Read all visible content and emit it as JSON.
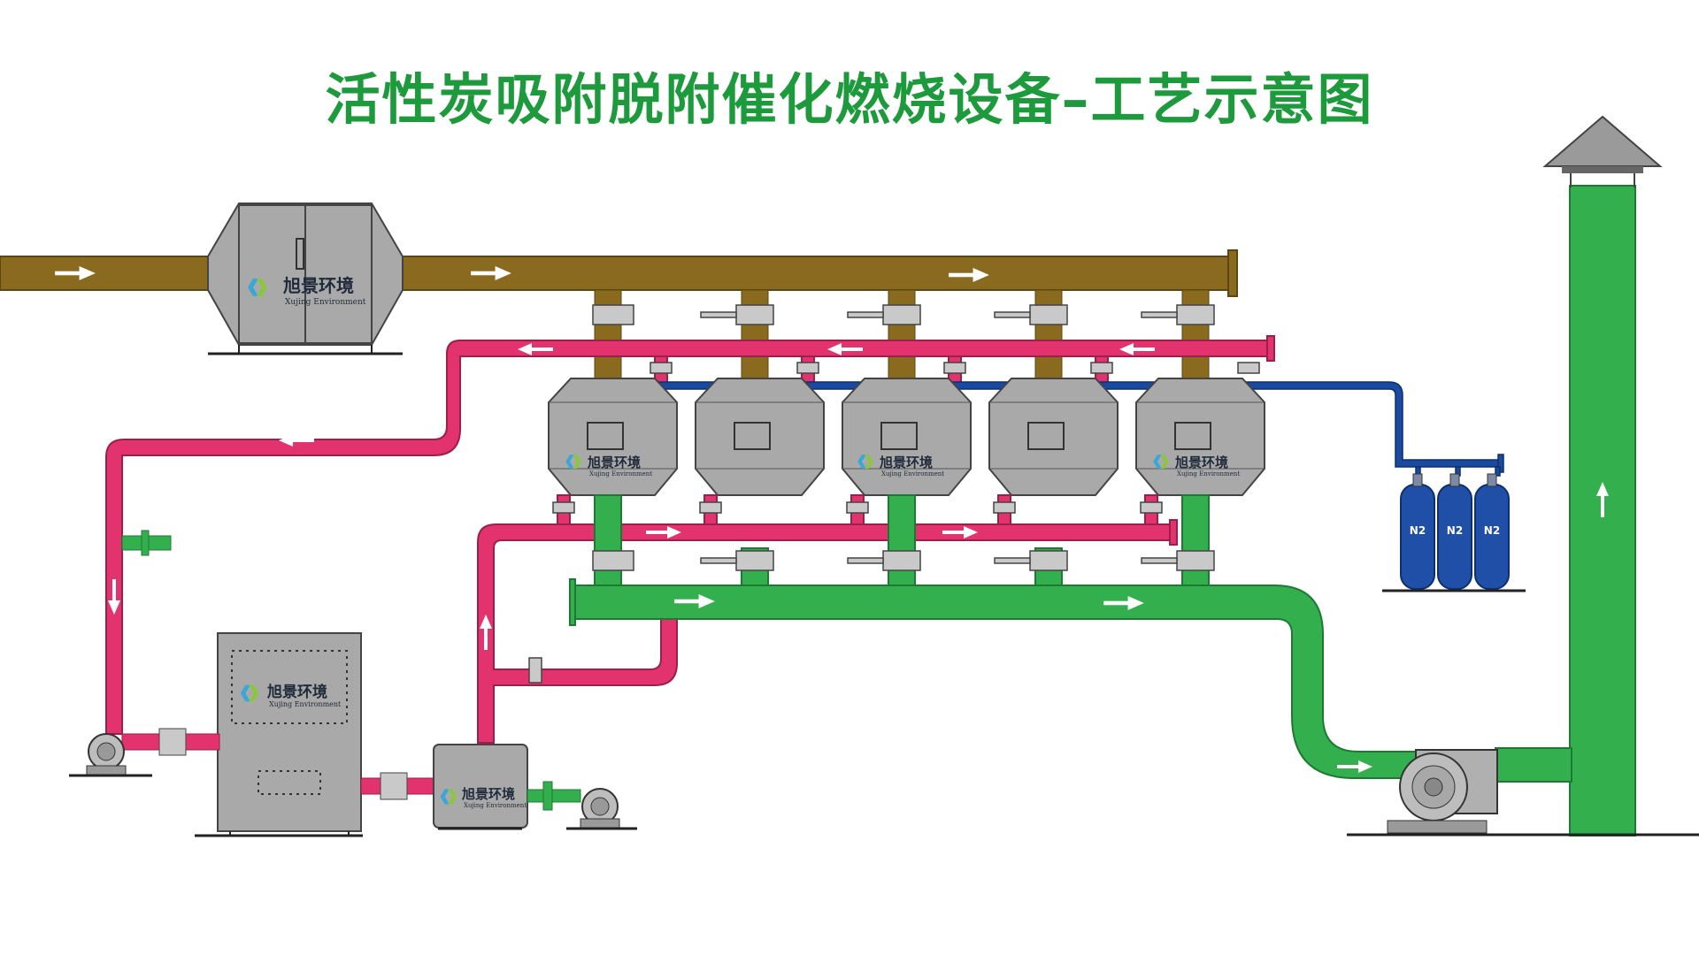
{
  "title": "活性炭吸附脱附催化燃烧设备–工艺示意图",
  "brand": {
    "cn": "旭景环境",
    "en": "Xujing Environment"
  },
  "gas_label": "N2",
  "colors": {
    "title": "#1d9a3c",
    "exhaust_inlet_pipe": "#8a6a1f",
    "hot_desorption_pipe": "#e3336f",
    "clean_outlet_pipe": "#33b04d",
    "nitrogen_pipe": "#1a4aa0",
    "equipment_body": "#a9a9a9",
    "nitrogen_cylinder": "#1f4fa6"
  },
  "components": {
    "filter_box": "filter",
    "adsorbers": 5,
    "catalytic_combustion_unit": "catalytic-bed",
    "heat_exchanger": "heater",
    "fans": 3,
    "nitrogen_cylinders": 3,
    "chimney": "stack"
  }
}
